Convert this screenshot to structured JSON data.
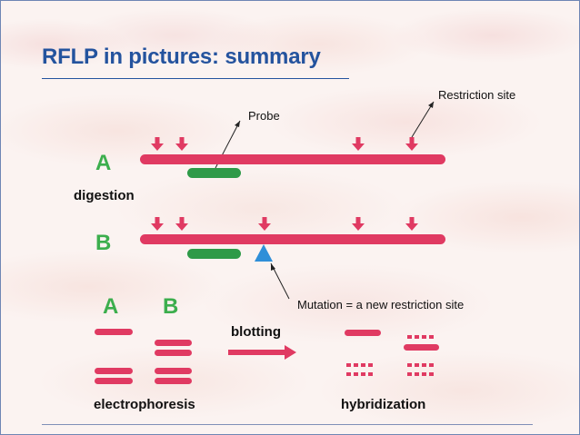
{
  "slide": {
    "title": "RFLP in pictures: summary"
  },
  "labels": {
    "probe": "Probe",
    "restriction_site": "Restriction site",
    "sample_a": "A",
    "sample_b": "B",
    "digestion": "digestion",
    "mutation": "Mutation = a new restriction site",
    "blotting": "blotting",
    "electrophoresis": "electrophoresis",
    "hybridization": "hybridization"
  },
  "colors": {
    "dna": "#e03a62",
    "probe": "#2e9a48",
    "letters": "#3cae4d",
    "mutation_marker": "#2f8fd8",
    "title": "#24539e"
  }
}
